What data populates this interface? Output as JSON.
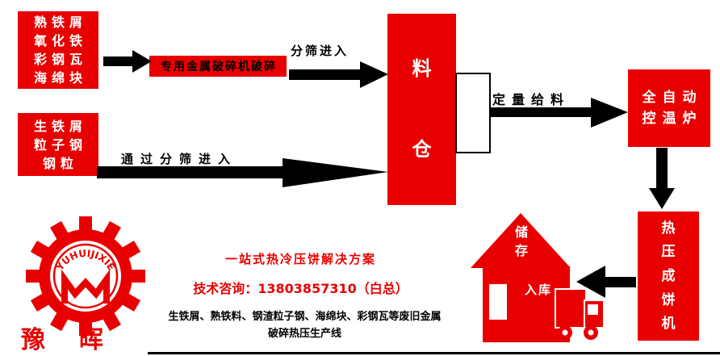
{
  "flow": {
    "input_box_1": {
      "lines": [
        "熟铁屑",
        "氧化铁",
        "彩钢瓦",
        "海绵块"
      ]
    },
    "crusher_label": "专用金属破碎机破碎",
    "sieve_label": "分筛进入",
    "silo_chars": [
      "料",
      "仓"
    ],
    "input_box_2": {
      "lines": [
        "生铁屑",
        "粒子钢",
        "钢粒"
      ]
    },
    "through_sieve_label": "通过分筛进入",
    "feed_label": "定量给料",
    "furnace_lines": [
      "全自动",
      "控温炉"
    ],
    "press_chars": [
      "热",
      "压",
      "成",
      "饼",
      "机"
    ],
    "storage_label_chars": [
      "储",
      "存"
    ],
    "warehouse_label": "入库"
  },
  "footer": {
    "slogan": "一站式热冷压饼解决方案",
    "contact": "技术咨询：13803857310（白总）",
    "desc_line1": "生铁屑、熟铁料、钢渣粒子钢、海绵块、彩钢瓦等废旧金属",
    "desc_line2": "破碎热压生产线"
  },
  "logo": {
    "en": "YUHUIJIXIE",
    "cn": "豫晖"
  },
  "colors": {
    "red": "#e80000",
    "black": "#000000",
    "white": "#ffffff"
  }
}
